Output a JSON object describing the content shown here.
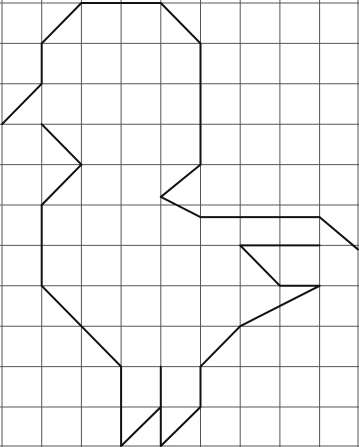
{
  "figure": {
    "grid": {
      "columns": 9,
      "rows": 11
    },
    "colors": {
      "background": "#ffffff",
      "grid_line": "#555555",
      "outline": "#111111"
    },
    "outline_segments": [
      [
        2,
        0,
        4,
        0
      ],
      [
        1,
        1,
        2,
        0
      ],
      [
        4,
        0,
        5,
        1
      ],
      [
        5,
        1,
        5,
        4
      ],
      [
        5,
        4,
        4,
        4.8
      ],
      [
        4,
        4.8,
        5,
        5.3
      ],
      [
        5,
        5.3,
        8,
        5.3
      ],
      [
        8,
        5.3,
        9,
        6.1
      ],
      [
        1,
        1,
        1,
        2
      ],
      [
        1,
        2,
        0,
        3
      ],
      [
        1,
        3,
        2,
        4
      ],
      [
        2,
        4,
        1,
        5
      ],
      [
        1,
        5,
        1,
        7
      ],
      [
        1,
        7,
        3,
        9
      ],
      [
        3,
        9,
        3,
        11
      ],
      [
        3,
        11,
        4,
        10
      ],
      [
        4,
        11,
        4,
        9
      ],
      [
        4,
        11,
        5,
        10
      ],
      [
        5,
        10,
        5,
        9
      ],
      [
        5,
        9,
        6,
        8
      ],
      [
        6,
        8,
        8,
        7
      ],
      [
        6,
        6,
        7,
        7
      ],
      [
        7,
        7,
        8,
        7
      ],
      [
        6,
        6,
        8,
        6
      ]
    ]
  }
}
